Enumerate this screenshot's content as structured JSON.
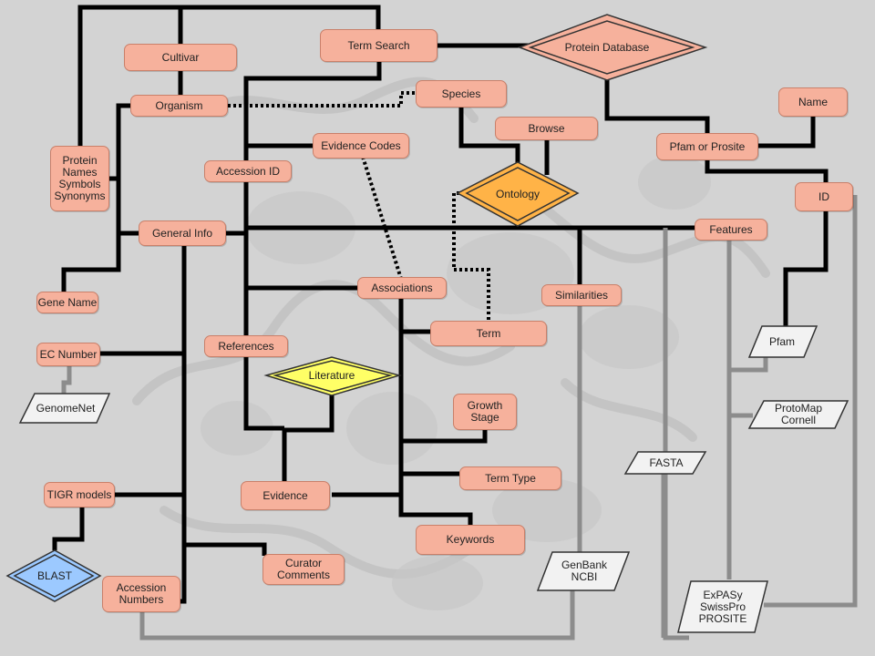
{
  "entities": {
    "cultivar": "Cultivar",
    "term_search": "Term Search",
    "protein_database": "Protein Database",
    "organism": "Organism",
    "species": "Species",
    "name": "Name",
    "browse": "Browse",
    "protein_names": "Protein\nNames\nSymbols\nSynonyms",
    "evidence_codes": "Evidence Codes",
    "pfam_or_prosite": "Pfam or Prosite",
    "accession_id": "Accession ID",
    "ontology": "Ontology",
    "id": "ID",
    "general_info": "General Info",
    "features": "Features",
    "associations": "Associations",
    "similarities": "Similarities",
    "gene_name": "Gene Name",
    "term": "Term",
    "references": "References",
    "ec_number": "EC Number",
    "literature": "Literature",
    "growth_stage": "Growth\nStage",
    "term_type": "Term Type",
    "tigr_models": "TIGR models",
    "evidence": "Evidence",
    "keywords": "Keywords",
    "curator_comments": "Curator\nComments",
    "accession_numbers": "Accession\nNumbers"
  },
  "external": {
    "pfam": "Pfam",
    "genomenet": "GenomeNet",
    "protomap": "ProtoMap\nCornell",
    "fasta": "FASTA",
    "genbank": "GenBank\nNCBI",
    "expasy": "ExPASy\nSwissPro\nPROSITE",
    "blast": "BLAST"
  },
  "colors": {
    "entity_fill": "#f6b19c",
    "ontology_fill": "#ffb347",
    "literature_fill": "#ffff66",
    "blast_fill": "#9cc9ff",
    "external_fill": "#f2f2f2",
    "link_internal": "#000000",
    "link_external": "#8c8c8c"
  }
}
